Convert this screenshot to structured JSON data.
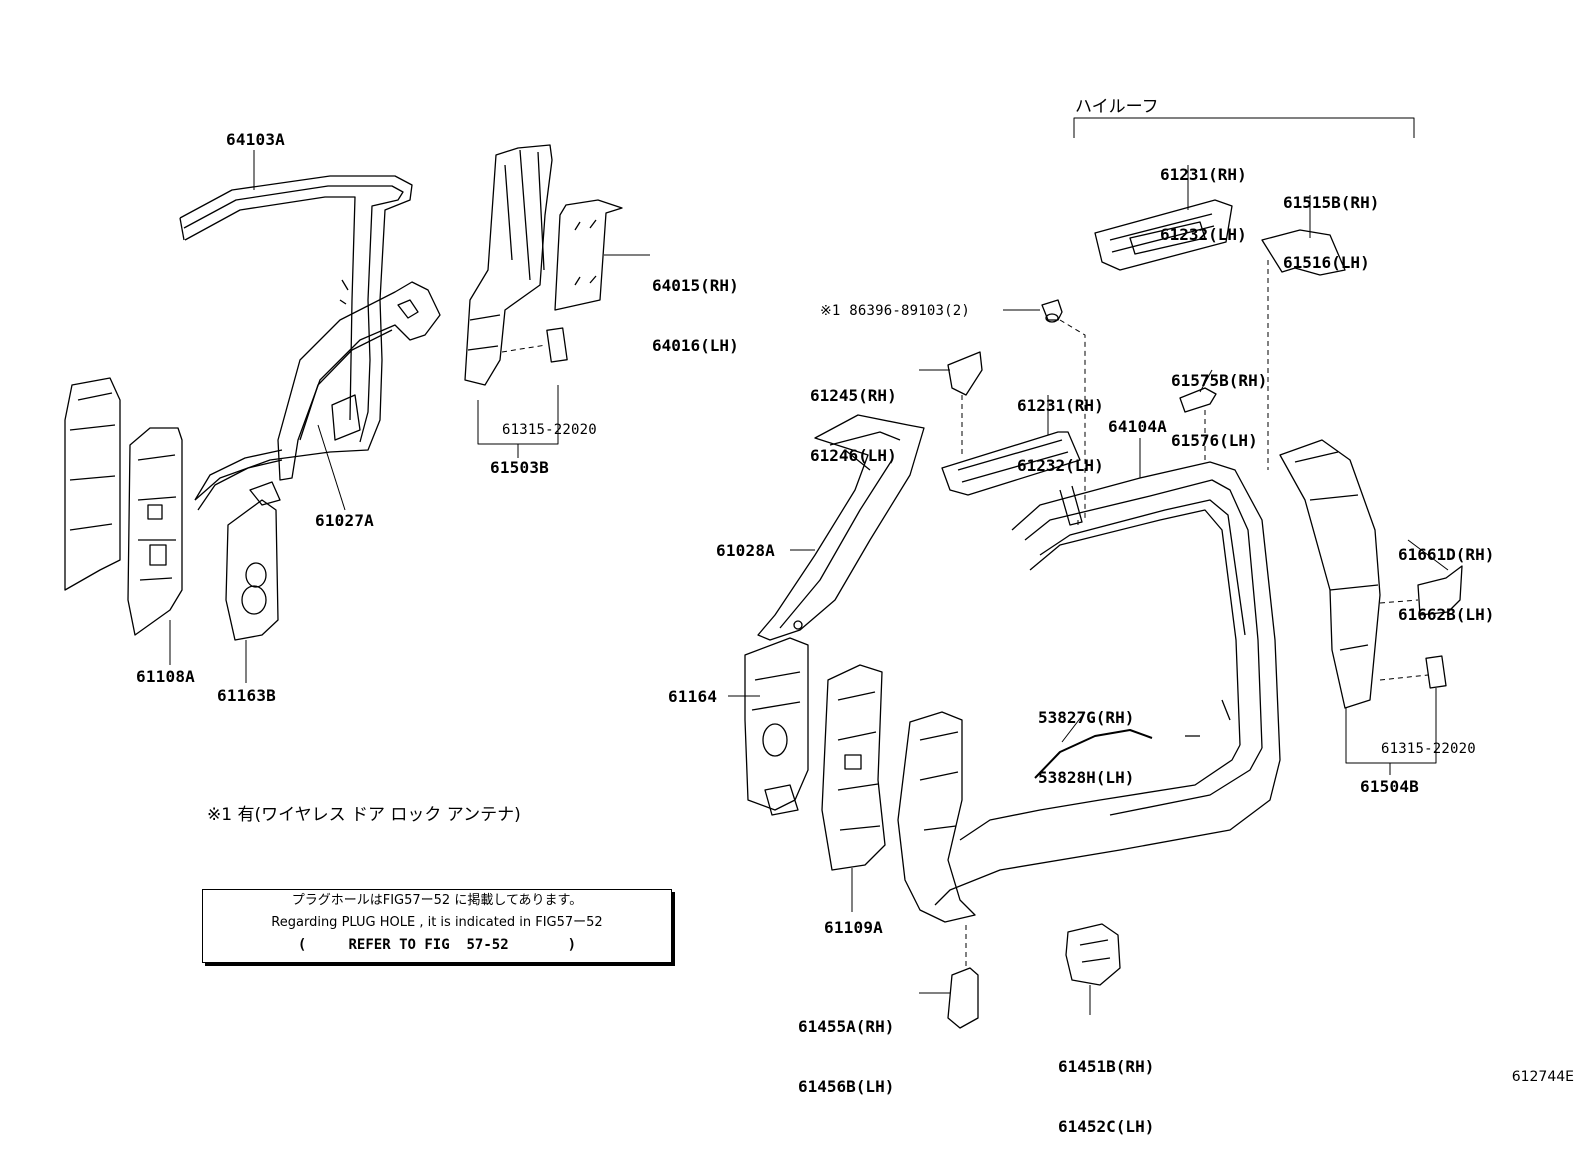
{
  "high_roof_label": "ハイルーフ",
  "note_antenna": "※1 有(ワイヤレス ドア ロック アンテナ)",
  "plug_hole_note": {
    "jp": "プラグホールはFIG57ー52 に掲載してあります。",
    "en": "Regarding PLUG HOLE , it is indicated in FIG57ー52",
    "refer": "(     REFER TO FIG  57-52       )"
  },
  "figure_code": "612744E",
  "parts": {
    "p64103A": "64103A",
    "p64015": [
      "64015(RH)",
      "64016(LH)"
    ],
    "p61503B": "61503B",
    "p61315_left": "61315-22020",
    "p61027A": "61027A",
    "p61108A": "61108A",
    "p61163B": "61163B",
    "p61231_top": [
      "61231(RH)",
      "61232(LH)"
    ],
    "p61515B": [
      "61515B(RH)",
      "61516(LH)"
    ],
    "p86396": "※1 86396-89103(2)",
    "p61245": [
      "61245(RH)",
      "61246(LH)"
    ],
    "p61231_mid": [
      "61231(RH)",
      "61232(LH)"
    ],
    "p61575B": [
      "61575B(RH)",
      "61576(LH)"
    ],
    "p64104A": "64104A",
    "p61028A": "61028A",
    "p61661D": [
      "61661D(RH)",
      "61662B(LH)"
    ],
    "p61164": "61164",
    "p53827G": [
      "53827G(RH)",
      "53828H(LH)"
    ],
    "p61315_right": "61315-22020",
    "p61504B": "61504B",
    "p61109A": "61109A",
    "p61455A": [
      "61455A(RH)",
      "61456B(LH)"
    ],
    "p61451B": [
      "61451B(RH)",
      "61452C(LH)"
    ]
  }
}
